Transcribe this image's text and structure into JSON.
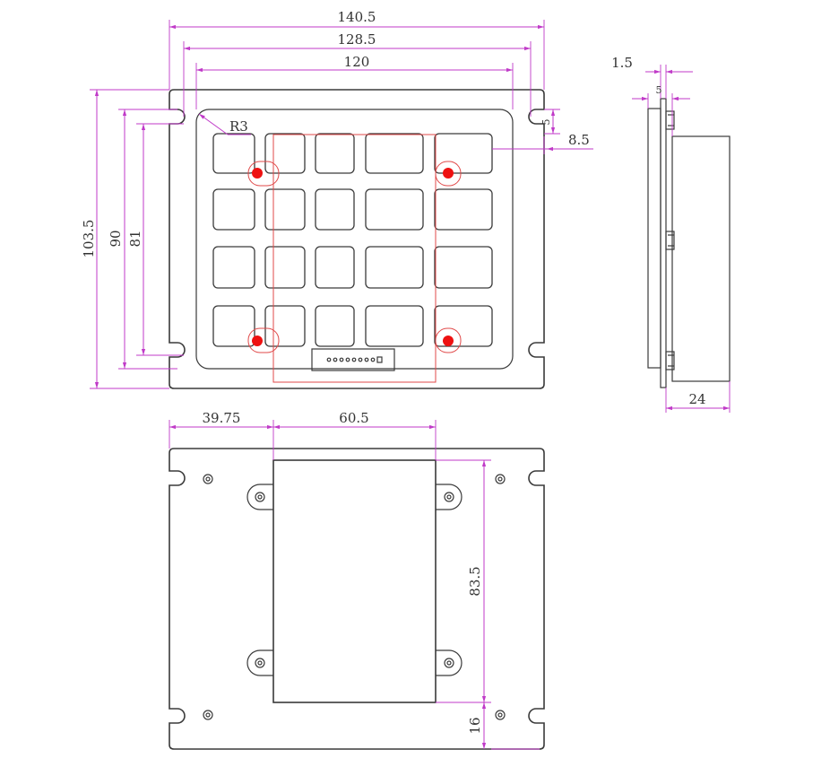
{
  "front_view": {
    "dim_overall_width": "140.5",
    "dim_hole_spacing_width": "128.5",
    "dim_inner_width": "120",
    "dim_overall_height": "103.5",
    "dim_hole_spacing_height": "90",
    "dim_inner_height": "81",
    "dim_radius": "R3",
    "dim_top_margin": "5",
    "dim_side_margin": "8.5"
  },
  "side_view": {
    "dim_plate_thickness": "1.5",
    "dim_gap": "5",
    "dim_depth": "24"
  },
  "rear_view": {
    "dim_left_offset": "39.75",
    "dim_module_width": "60.5",
    "dim_module_height": "83.5",
    "dim_bottom_offset": "16"
  },
  "colors": {
    "outline": "#3a3a3a",
    "dimension": "#c03ac8",
    "marker": "#ee1111"
  }
}
